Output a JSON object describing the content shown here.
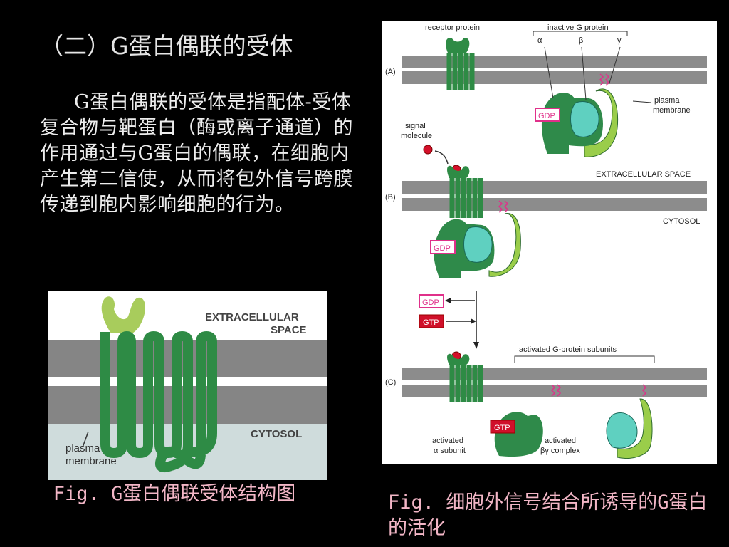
{
  "slide": {
    "title": "（二）G蛋白偶联的受体",
    "body": "G蛋白偶联的受体是指配体-受体复合物与靶蛋白（酶或离子通道）的作用通过与G蛋白的偶联，在细胞内产生第二信使，从而将包外信号跨膜传递到胞内影响细胞的行为。"
  },
  "figure1": {
    "extracellular": [
      "EXTRACELLULAR",
      "SPACE"
    ],
    "cytosol": "CYTOSOL",
    "membrane": [
      "plasma",
      "membrane"
    ],
    "caption": "Fig. G蛋白偶联受体结构图"
  },
  "figure2": {
    "receptor_label": "receptor protein",
    "inactive_label": "inactive G protein",
    "alpha": "α",
    "beta": "β",
    "gamma": "γ",
    "plasma_membrane": [
      "plasma",
      "membrane"
    ],
    "panel_a": "(A)",
    "panel_b": "(B)",
    "panel_c": "(C)",
    "signal_molecule": [
      "signal",
      "molecule"
    ],
    "extracellular_space": "EXTRACELLULAR SPACE",
    "cytosol": "CYTOSOL",
    "gdp": "GDP",
    "gtp": "GTP",
    "activated_subunits": "activated G-protein subunits",
    "activated_alpha": [
      "activated",
      "α subunit"
    ],
    "activated_bg": [
      "activated",
      "βγ complex"
    ],
    "caption": "Fig. 细胞外信号结合所诱导的G蛋白的活化"
  },
  "colors": {
    "membrane": "#8c8c8c",
    "receptor": "#2e8b45",
    "receptor_top": "#a8cc5c",
    "alpha_subunit": "#2f8a4a",
    "beta_subunit": "#5fd0c0",
    "gamma_subunit": "#9acd4a",
    "gdp_border": "#e0308a",
    "gtp_fill": "#d0102a",
    "signal": "#d4102a",
    "caption": "#f2b6c6"
  }
}
